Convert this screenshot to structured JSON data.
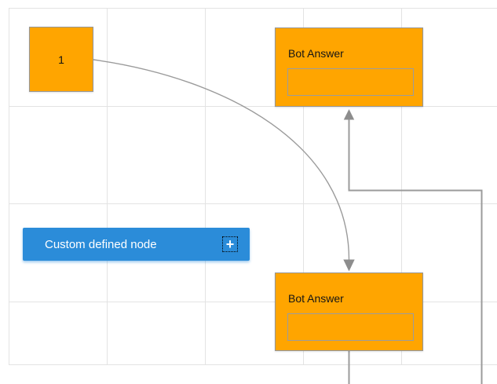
{
  "canvas": {
    "kind": "bot-flow-diagram"
  },
  "nodes": {
    "start": {
      "label": "1"
    },
    "bot_answer_top": {
      "title": "Bot Answer",
      "field_value": ""
    },
    "bot_answer_bottom": {
      "title": "Bot Answer",
      "field_value": ""
    },
    "custom": {
      "label": "Custom defined node",
      "add_button_label": "+"
    }
  },
  "colors": {
    "node_orange": "#ffa500",
    "node_border_gray": "#969696",
    "field_border_gray": "#9c9c9c",
    "node_blue": "#2b8cd9",
    "connector_gray": "#9b9b9b",
    "arrow_gray": "#8d8d8d",
    "grid_gray": "#e3e3e3",
    "canvas_bg": "#ffffff"
  }
}
